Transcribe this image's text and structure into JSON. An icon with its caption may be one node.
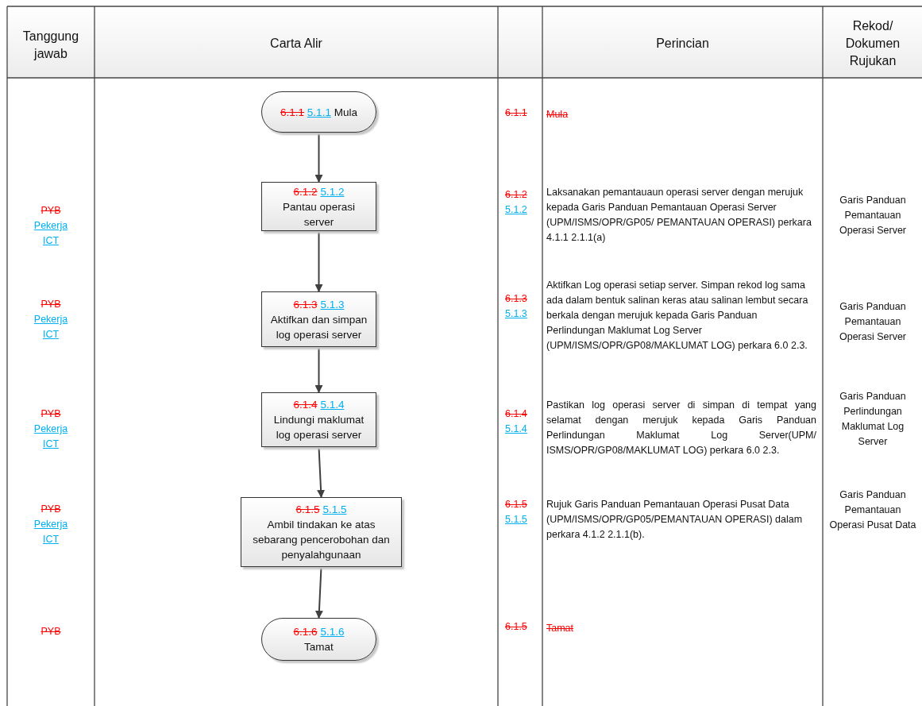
{
  "diagram": {
    "nodes": [
      {
        "text": [
          "6.1.1",
          "5.1.1",
          "Mula"
        ]
      },
      {
        "text": [
          "6.1.2",
          "5.1.2",
          "Pantau operasi server"
        ]
      },
      {
        "text": [
          "6.1.3",
          "5.1.3",
          "Aktifkan dan simpan log operasi server"
        ]
      },
      {
        "text": [
          "6.1.4",
          "5.1.4",
          "Lindungi maklumat log operasi server"
        ]
      },
      {
        "text": [
          "6.1.5",
          "5.1.5",
          "Ambil tindakan ke atas sebarang pencerobohan dan penyalahgunaan"
        ]
      },
      {
        "text": [
          "6.1.6",
          "5.1.6",
          "Tamat"
        ]
      }
    ],
    "edges": [
      {
        "from": 0,
        "to": 1,
        "arrow": "to"
      },
      {
        "from": 1,
        "to": 2,
        "arrow": "to"
      },
      {
        "from": 2,
        "to": 3,
        "arrow": "to"
      },
      {
        "from": 3,
        "to": 4,
        "arrow": "to"
      },
      {
        "from": 4,
        "to": 5,
        "arrow": "to"
      }
    ],
    "labels": [
      "Tanggung jawab",
      "Carta Alir",
      "Perincian",
      "Rekod/ Dokumen Rujukan",
      "6.1.1",
      "Mula",
      "PYB",
      "Pekerja ICT",
      "6.1.2",
      "5.1.2",
      "Laksanakan pemantauaun operasi server dengan merujuk kepada Garis Panduan Pemantauan Operasi Server (UPM/ISMS/OPR/GP05/ PEMANTAUAN OPERASI)  perkara 4.1.1 2.1.1(a)",
      "Garis Panduan Pemantauan Operasi Server",
      "PYB",
      "Pekerja ICT",
      "6.1.3",
      "5.1.3",
      "Aktifkan Log operasi setiap server. Simpan rekod log sama ada dalam bentuk salinan keras atau salinan lembut secara berkala dengan merujuk kepada Garis Panduan Perlindungan Maklumat Log Server (UPM/ISMS/OPR/GP08/MAKLUMAT LOG) perkara 6.0 2.3.",
      "Garis Panduan Pemantauan Operasi Server",
      "PYB",
      "Pekerja ICT",
      "6.1.4",
      "5.1.4",
      "Pastikan log operasi server di simpan di tempat yang selamat dengan merujuk kepada Garis Panduan Perlindungan Maklumat Log Server(UPM/ ISMS/OPR/GP08/MAKLUMAT LOG) perkara 6.0 2.3.",
      "Garis Panduan Perlindungan Maklumat Log Server",
      "PYB",
      "Pekerja ICT",
      "6.1.5",
      "5.1.5",
      "Rujuk Garis Panduan Pemantauan Operasi Pusat Data (UPM/ISMS/OPR/GP05/PEMANTAUAN OPERASI) dalam perkara 4.1.2 2.1.1(b).",
      "Garis Panduan Pemantauan Operasi Pusat Data",
      "PYB",
      "6.1.5",
      "Tamat"
    ]
  }
}
